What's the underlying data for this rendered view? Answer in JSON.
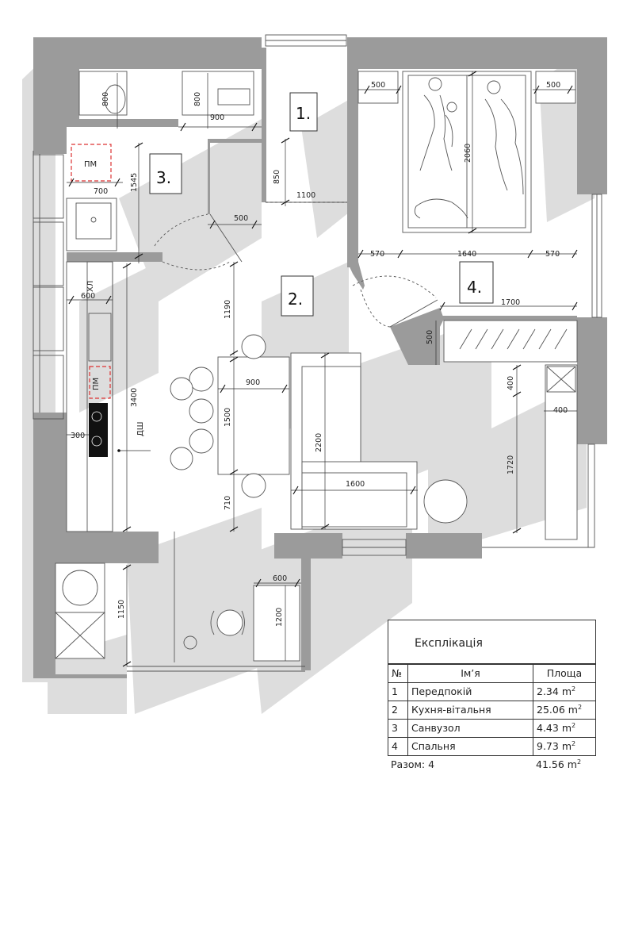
{
  "rooms": [
    {
      "num": "1",
      "label": "1."
    },
    {
      "num": "2",
      "label": "2."
    },
    {
      "num": "3",
      "label": "3."
    },
    {
      "num": "4",
      "label": "4."
    }
  ],
  "marks": {
    "pm": "ПМ",
    "fridge": "ХЛ",
    "dishwasher": "ДШ"
  },
  "dimensions": {
    "d500_l": "500",
    "d500_r": "500",
    "d800_wc": "800",
    "d800_sink": "800",
    "d900_bath": "900",
    "d850": "850",
    "d1100": "1100",
    "d1545": "1545",
    "d700": "700",
    "d500_door": "500",
    "d2060": "2060",
    "d570_l": "570",
    "d1640": "1640",
    "d570_r": "570",
    "d1700": "1700",
    "d500_wardrobe": "500",
    "d600_fridge": "600",
    "d1190": "1190",
    "d400_v": "400",
    "d400_h": "400",
    "d900_table": "900",
    "d1500": "1500",
    "d3400": "3400",
    "d300": "300",
    "d2200": "2200",
    "d1600": "1600",
    "d1720": "1720",
    "d710": "710",
    "d600_desk": "600",
    "d1200": "1200",
    "d1150": "1150"
  },
  "legend": {
    "title": "Експлікація",
    "headers": {
      "num": "№",
      "name": "Ім’я",
      "area": "Площа"
    },
    "unit": "m",
    "unit_power": "2",
    "rows": [
      {
        "num": "1",
        "name": "Передпокій",
        "area": "2.34"
      },
      {
        "num": "2",
        "name": "Кухня-вітальня",
        "area": "25.06"
      },
      {
        "num": "3",
        "name": "Санвузол",
        "area": "4.43"
      },
      {
        "num": "4",
        "name": "Спальня",
        "area": "9.73"
      }
    ],
    "total_label": "Разом: 4",
    "total_area": "41.56"
  }
}
